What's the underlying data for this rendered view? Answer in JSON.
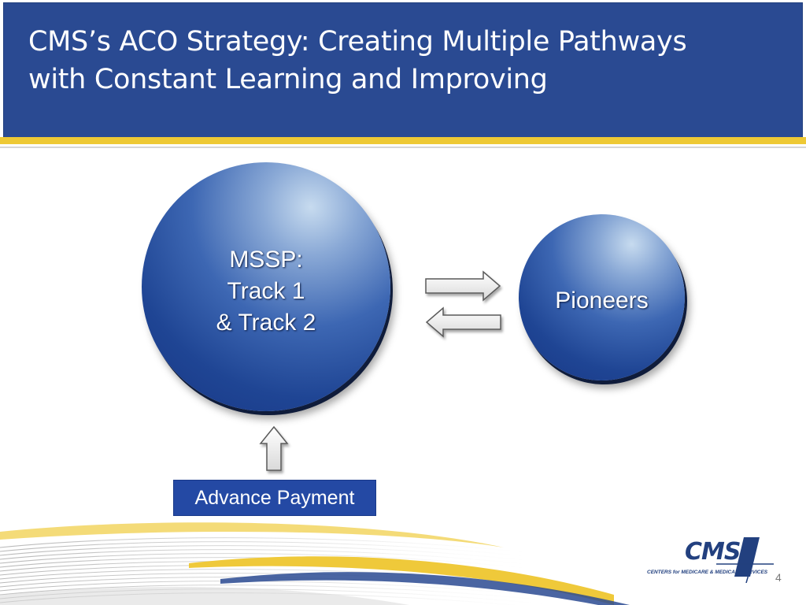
{
  "slide": {
    "title": "CMS’s ACO Strategy: Creating Multiple Pathways with Constant Learning and Improving",
    "page_number": "4"
  },
  "diagram": {
    "mssp": {
      "line1": "MSSP:",
      "line2": "Track 1",
      "line3": "& Track 2"
    },
    "pioneers": {
      "label": "Pioneers"
    },
    "advance_payment": {
      "label": "Advance Payment"
    }
  },
  "logo": {
    "name": "CMS",
    "subtitle": "CENTERS for MEDICARE & MEDICAID SERVICES"
  },
  "colors": {
    "header_blue": "#2a4a92",
    "accent_gold": "#eec935",
    "circle_blue": "#1f4594",
    "box_blue": "#2449a4"
  }
}
